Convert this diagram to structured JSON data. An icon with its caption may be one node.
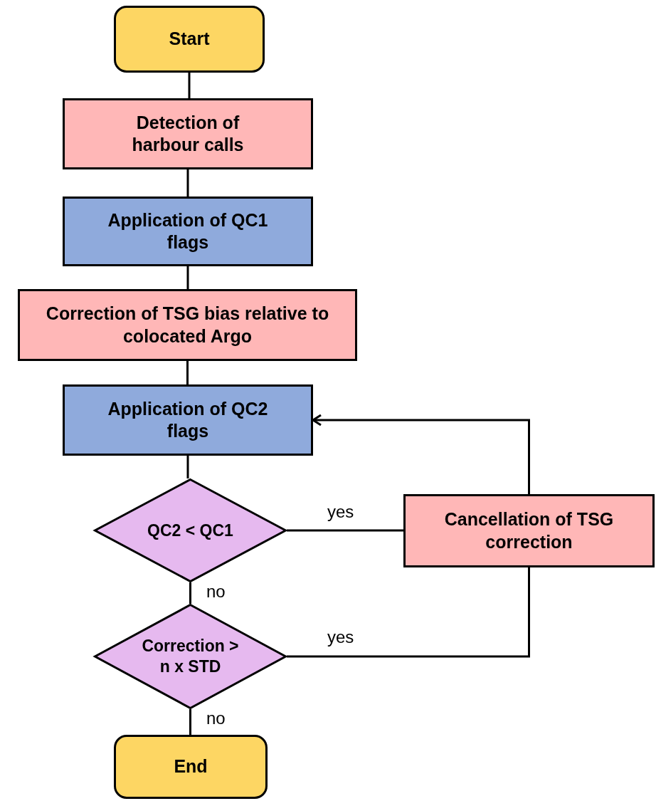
{
  "diagram": {
    "nodes": [
      {
        "text": [
          "Start"
        ]
      },
      {
        "text": [
          "Detection of harbour calls"
        ]
      },
      {
        "text": [
          "Application of QC1 flags"
        ]
      },
      {
        "text": [
          "Correction of TSG bias relative to colocated Argo"
        ]
      },
      {
        "text": [
          "Application of QC2 flags"
        ]
      },
      {
        "text": [
          "QC2 < QC1"
        ]
      },
      {
        "text": [
          "Correction > n x STD"
        ]
      },
      {
        "text": [
          "Cancellation of TSG correction"
        ]
      },
      {
        "text": [
          "End"
        ]
      }
    ],
    "edges": [
      {
        "from": 0,
        "to": 1,
        "arrow": "none"
      },
      {
        "from": 1,
        "to": 2,
        "arrow": "none"
      },
      {
        "from": 2,
        "to": 3,
        "arrow": "none"
      },
      {
        "from": 3,
        "to": 4,
        "arrow": "none"
      },
      {
        "from": 4,
        "to": 5,
        "arrow": "none"
      },
      {
        "from": 5,
        "to": 7,
        "arrow": "none",
        "label": "yes"
      },
      {
        "from": 5,
        "to": 6,
        "arrow": "none",
        "label": "no"
      },
      {
        "from": 6,
        "to": 7,
        "arrow": "none",
        "label": "yes"
      },
      {
        "from": 7,
        "to": 4,
        "arrow": "to"
      },
      {
        "from": 6,
        "to": 8,
        "arrow": "none",
        "label": "no"
      }
    ]
  }
}
